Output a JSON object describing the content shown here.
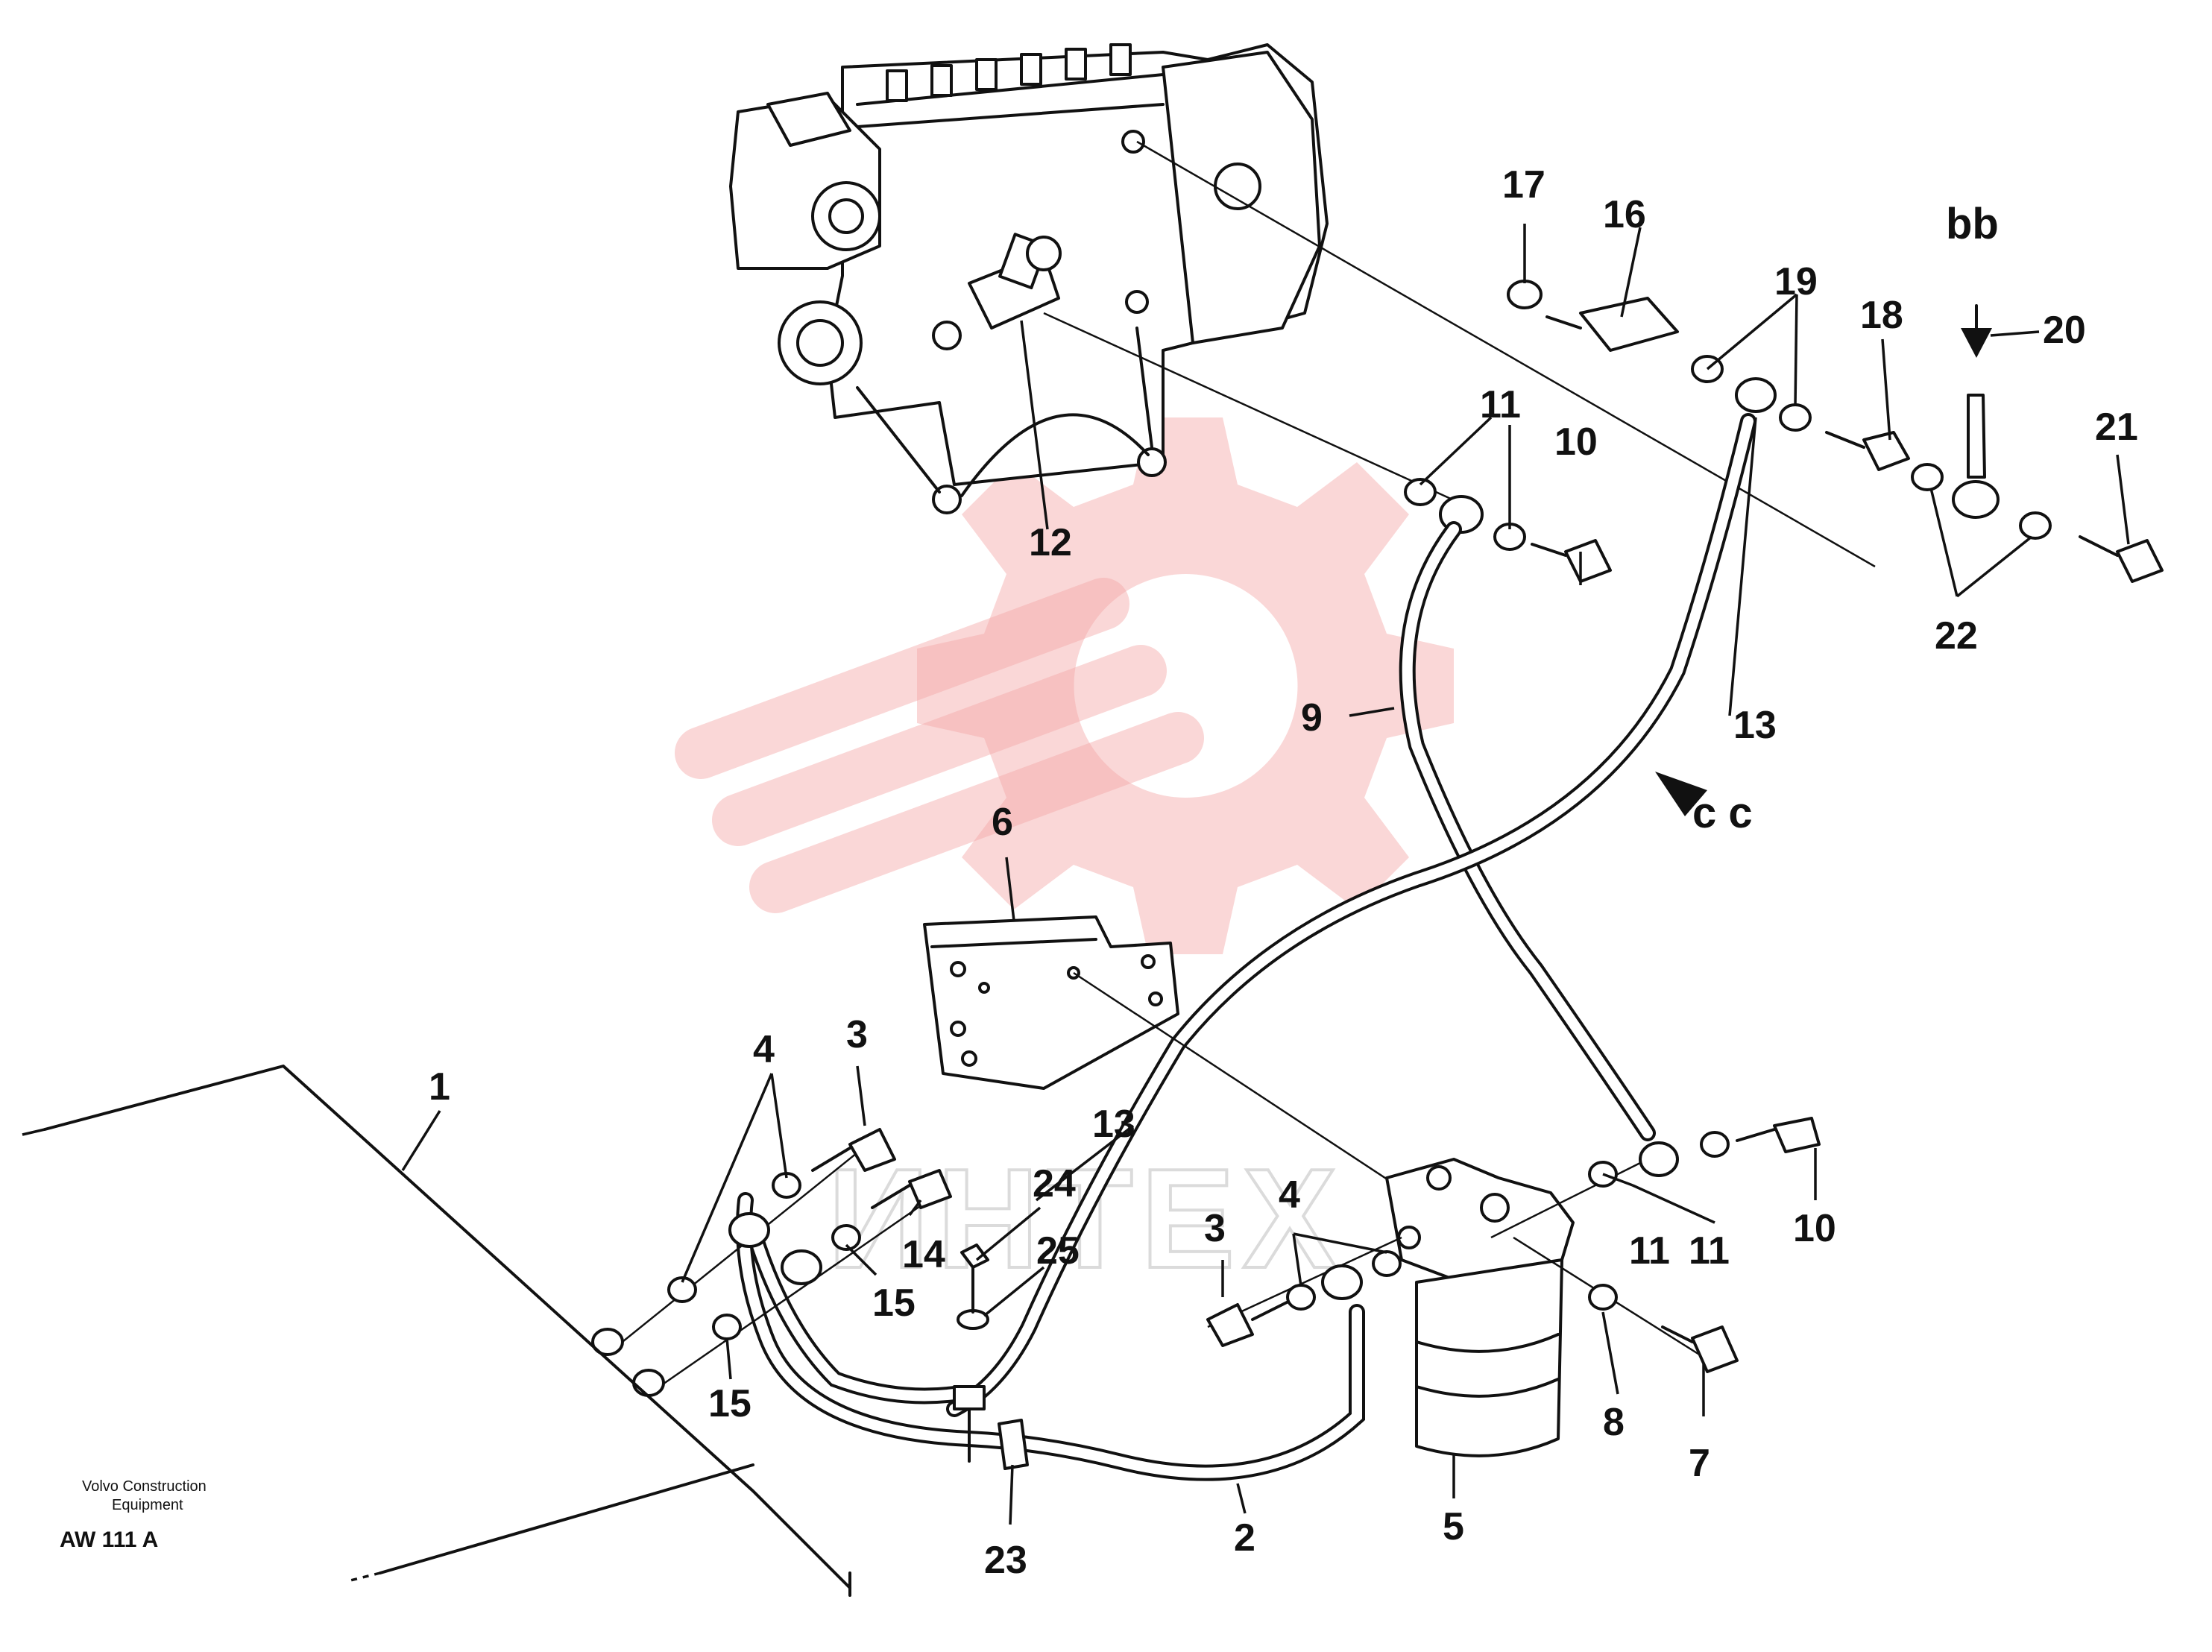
{
  "callouts": {
    "c1": "1",
    "c2": "2",
    "c3a": "3",
    "c3b": "3",
    "c4a": "4",
    "c4b": "4",
    "c5": "5",
    "c6": "6",
    "c7": "7",
    "c8": "8",
    "c9": "9",
    "c10a": "10",
    "c10b": "10",
    "c11a": "11",
    "c11b": "11",
    "c11c": "11",
    "c12": "12",
    "c13a": "13",
    "c13b": "13",
    "c14": "14",
    "c15a": "15",
    "c15b": "15",
    "c16": "16",
    "c17": "17",
    "c18": "18",
    "c19": "19",
    "c20": "20",
    "c21": "21",
    "c22": "22",
    "c23": "23",
    "c24": "24",
    "c25": "25"
  },
  "view_markers": {
    "bb": "bb",
    "cc": "c c"
  },
  "watermark": {
    "text": "ИНТЕХ",
    "color": "#f3a6a6"
  },
  "footer": {
    "company_line1": "Volvo Construction",
    "company_line2": "Equipment",
    "drawing_code": "AW 111 A"
  }
}
